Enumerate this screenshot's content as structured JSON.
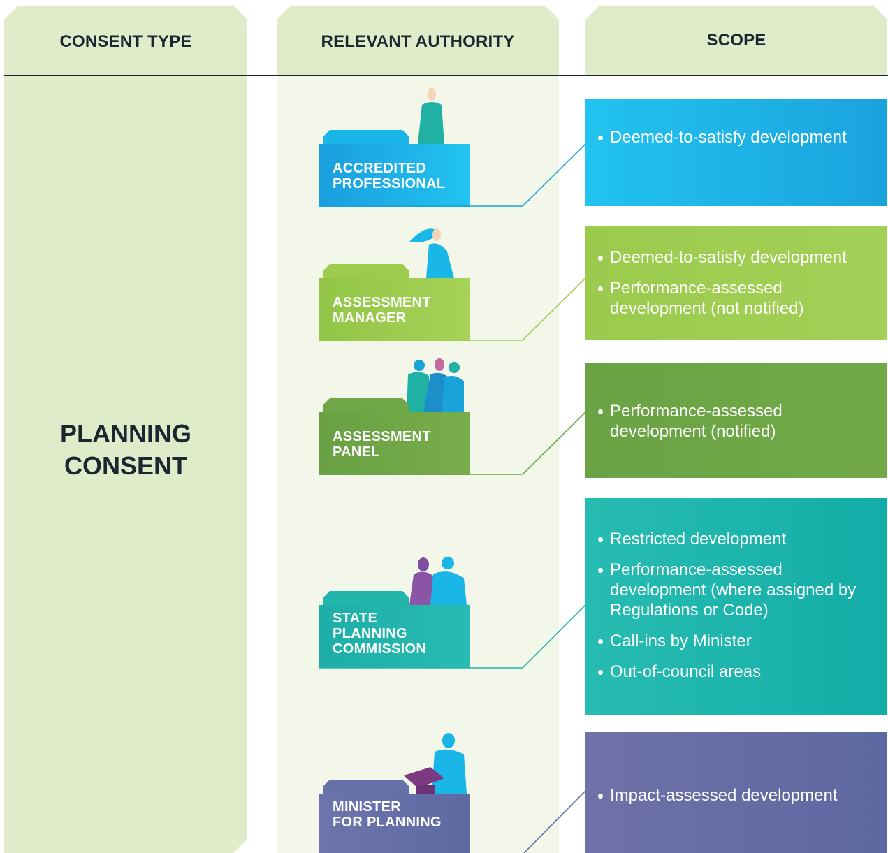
{
  "headers": {
    "consent_type": "CONSENT TYPE",
    "relevant_authority": "RELEVANT AUTHORITY",
    "scope": "SCOPE"
  },
  "consent": {
    "line1": "PLANNING",
    "line2": "CONSENT"
  },
  "authorities": [
    {
      "line1": "ACCREDITED",
      "line2": "PROFESSIONAL",
      "line3": "",
      "color": "#1ab6e8",
      "people_icon": "person-icon"
    },
    {
      "line1": "ASSESSMENT",
      "line2": "MANAGER",
      "line3": "",
      "color": "#9ccb4e",
      "people_icon": "person-icon"
    },
    {
      "line1": "ASSESSMENT",
      "line2": "PANEL",
      "line3": "",
      "color": "#6fa647",
      "people_icon": "group-icon"
    },
    {
      "line1": "STATE",
      "line2": "PLANNING",
      "line3": "COMMISSION",
      "color": "#21b5ac",
      "people_icon": "pair-icon"
    },
    {
      "line1": "MINISTER",
      "line2": "FOR PLANNING",
      "line3": "",
      "color": "#6571a8",
      "people_icon": "minister-icon"
    }
  ],
  "scopes": [
    {
      "items": [
        "Deemed-to-satisfy development"
      ],
      "color": "#1bbbef"
    },
    {
      "items": [
        "Deemed-to-satisfy development",
        "Performance-assessed development (not notified)"
      ],
      "color": "#9ccb4e"
    },
    {
      "items": [
        "Performance-assessed development (notified)"
      ],
      "color": "#6fa647"
    },
    {
      "items": [
        "Restricted development",
        "Performance-assessed development (where assigned by Regulations or Code)",
        "Call-ins by Minister",
        "Out-of-council areas"
      ],
      "color": "#20b8ad"
    },
    {
      "items": [
        "Impact-assessed development"
      ],
      "color": "#6770a6"
    }
  ]
}
